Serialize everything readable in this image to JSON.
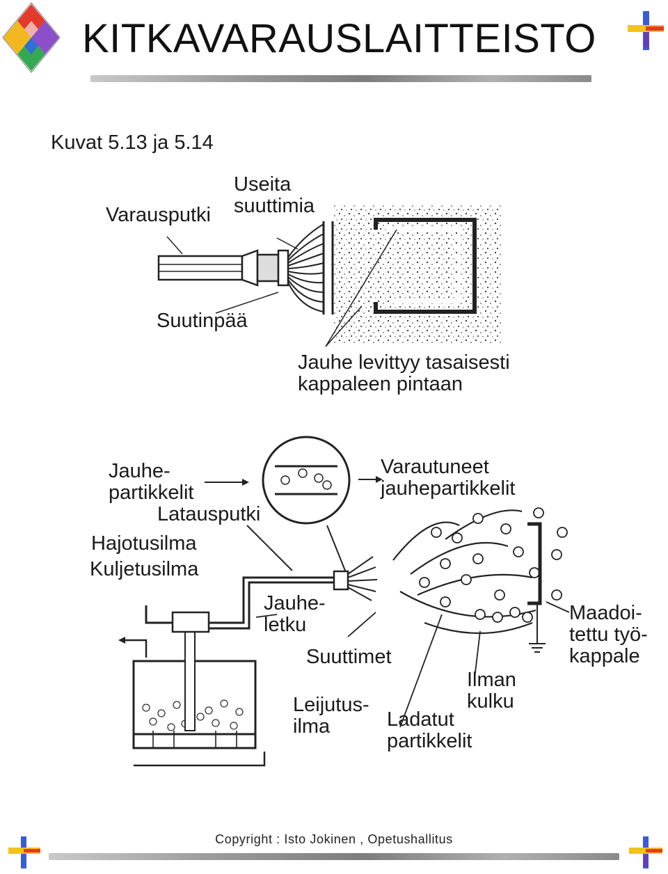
{
  "header": {
    "title": "KITKAVARAUSLAITTEISTO",
    "logo_colors": [
      "#e23a2c",
      "#f2b81e",
      "#34a853",
      "#2f6fd6",
      "#8a4fc9"
    ]
  },
  "figure_ref": "Kuvat 5.13 ja 5.14",
  "top_diagram": {
    "labels": {
      "varausputki": "Varausputki",
      "useita_line1": "Useita",
      "useita_line2": "suuttimia",
      "suutinpaa": "Suutinpää",
      "jauhe_line1": "Jauhe levittyy tasaisesti",
      "jauhe_line2": "kappaleen pintaan"
    }
  },
  "bottom_diagram": {
    "labels": {
      "jauhe_partikkelit_1": "Jauhe-",
      "jauhe_partikkelit_2": "partikkelit",
      "latausputki": "Latausputki",
      "hajotusilma": "Hajotusilma",
      "kuljetusilma": "Kuljetusilma",
      "varautuneet_1": "Varautuneet",
      "varautuneet_2": "jauhepartikkelit",
      "jauheletku_1": "Jauhe-",
      "jauheletku_2": "letku",
      "suuttimet": "Suuttimet",
      "leijutus_1": "Leijutus-",
      "leijutus_2": "ilma",
      "ilman_kulku_1": "Ilman",
      "ilman_kulku_2": "kulku",
      "ladatut_1": "Ladatut",
      "ladatut_2": "partikkelit",
      "maadoitettu_1": "Maadoi-",
      "maadoitettu_2": "tettu työ-",
      "maadoitettu_3": "kappale"
    }
  },
  "footer": {
    "copyright": "Copyright : Isto Jokinen , Opetushallitus"
  }
}
